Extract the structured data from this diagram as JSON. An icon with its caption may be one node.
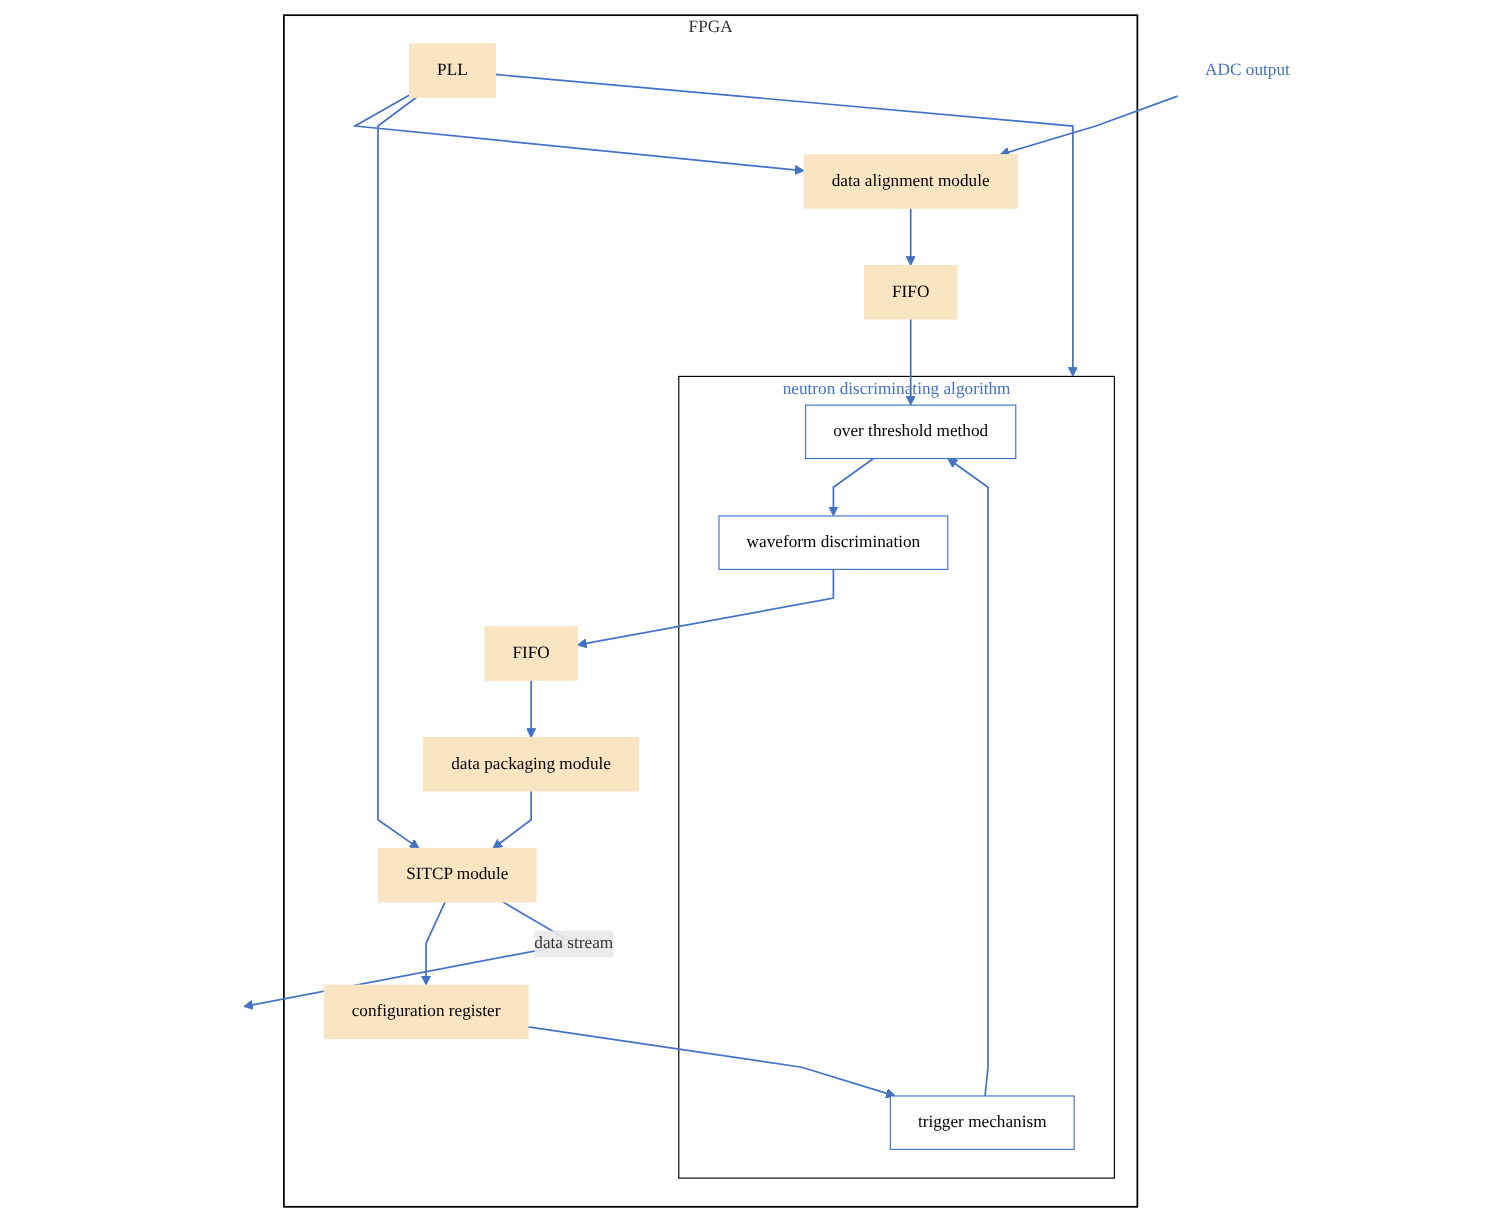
{
  "diagram": {
    "nodes": [
      {
        "text": [
          "FPGA"
        ]
      },
      {
        "text": [
          "data alignment module"
        ],
        "in": 0
      },
      {
        "text": [
          "FIFO"
        ],
        "in": 0
      },
      {
        "text": [
          "configuration register"
        ],
        "in": 0
      },
      {
        "text": [
          "neutron discriminating algorithm"
        ],
        "in": 0
      },
      {
        "text": [
          "trigger mechanism"
        ],
        "in": 4
      },
      {
        "text": [
          "over threshold method"
        ],
        "in": 4
      },
      {
        "text": [
          "waveform discrimination"
        ],
        "in": 4
      },
      {
        "text": [
          "FIFO"
        ],
        "in": 0
      },
      {
        "text": [
          "data packaging module"
        ],
        "in": 0
      },
      {
        "text": [
          "SITCP module"
        ],
        "in": 0
      },
      {
        "text": [
          "PLL"
        ],
        "in": 0
      },
      {
        "text": [
          "ADC output"
        ]
      }
    ],
    "edges": [
      {
        "from": 12,
        "to": 1,
        "arrow": "to"
      },
      {
        "from": 1,
        "to": 2,
        "arrow": "to"
      },
      {
        "from": 2,
        "to": 6,
        "arrow": "to"
      },
      {
        "from": 3,
        "to": 5,
        "arrow": "to"
      },
      {
        "from": 5,
        "to": 6,
        "arrow": "to"
      },
      {
        "from": 6,
        "to": 7,
        "arrow": "to"
      },
      {
        "from": 7,
        "to": 8,
        "arrow": "to"
      },
      {
        "from": 8,
        "to": 9,
        "arrow": "to"
      },
      {
        "from": 9,
        "to": 10,
        "arrow": "to"
      },
      {
        "from": 10,
        "to": 3,
        "arrow": "to"
      },
      {
        "from": 11,
        "to": 1,
        "arrow": "to"
      },
      {
        "from": 11,
        "to": 10,
        "arrow": "to"
      },
      {
        "from": 11,
        "to": 4,
        "arrow": "to"
      },
      {
        "from": 10,
        "to": null,
        "arrow": "to",
        "label": "data stream"
      }
    ]
  }
}
